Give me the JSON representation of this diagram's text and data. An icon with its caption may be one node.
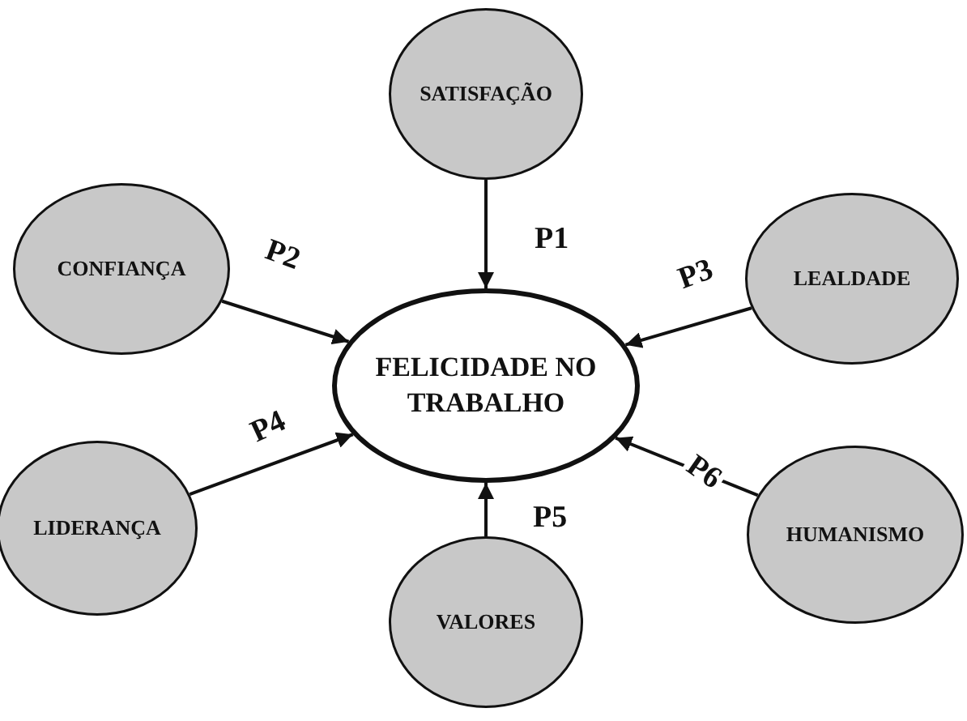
{
  "diagram": {
    "nodes": [
      {
        "text": [
          "FELICIDADE NO TRABALHO"
        ]
      },
      {
        "text": [
          "SATISFAÇÃO"
        ]
      },
      {
        "text": [
          "CONFIANÇA"
        ]
      },
      {
        "text": [
          "LEALDADE"
        ]
      },
      {
        "text": [
          "LIDERANÇA"
        ]
      },
      {
        "text": [
          "HUMANISMO"
        ]
      },
      {
        "text": [
          "VALORES"
        ]
      }
    ],
    "edges": [
      {
        "from": 1,
        "to": 0,
        "arrow": "to",
        "label": "P1"
      },
      {
        "from": 2,
        "to": 0,
        "arrow": "to",
        "label": "P2"
      },
      {
        "from": 3,
        "to": 0,
        "arrow": "to",
        "label": "P3"
      },
      {
        "from": 4,
        "to": 0,
        "arrow": "to",
        "label": "P4"
      },
      {
        "from": 6,
        "to": 0,
        "arrow": "to",
        "label": "P5"
      },
      {
        "from": 5,
        "to": 0,
        "arrow": "to",
        "label": "P6"
      }
    ]
  }
}
